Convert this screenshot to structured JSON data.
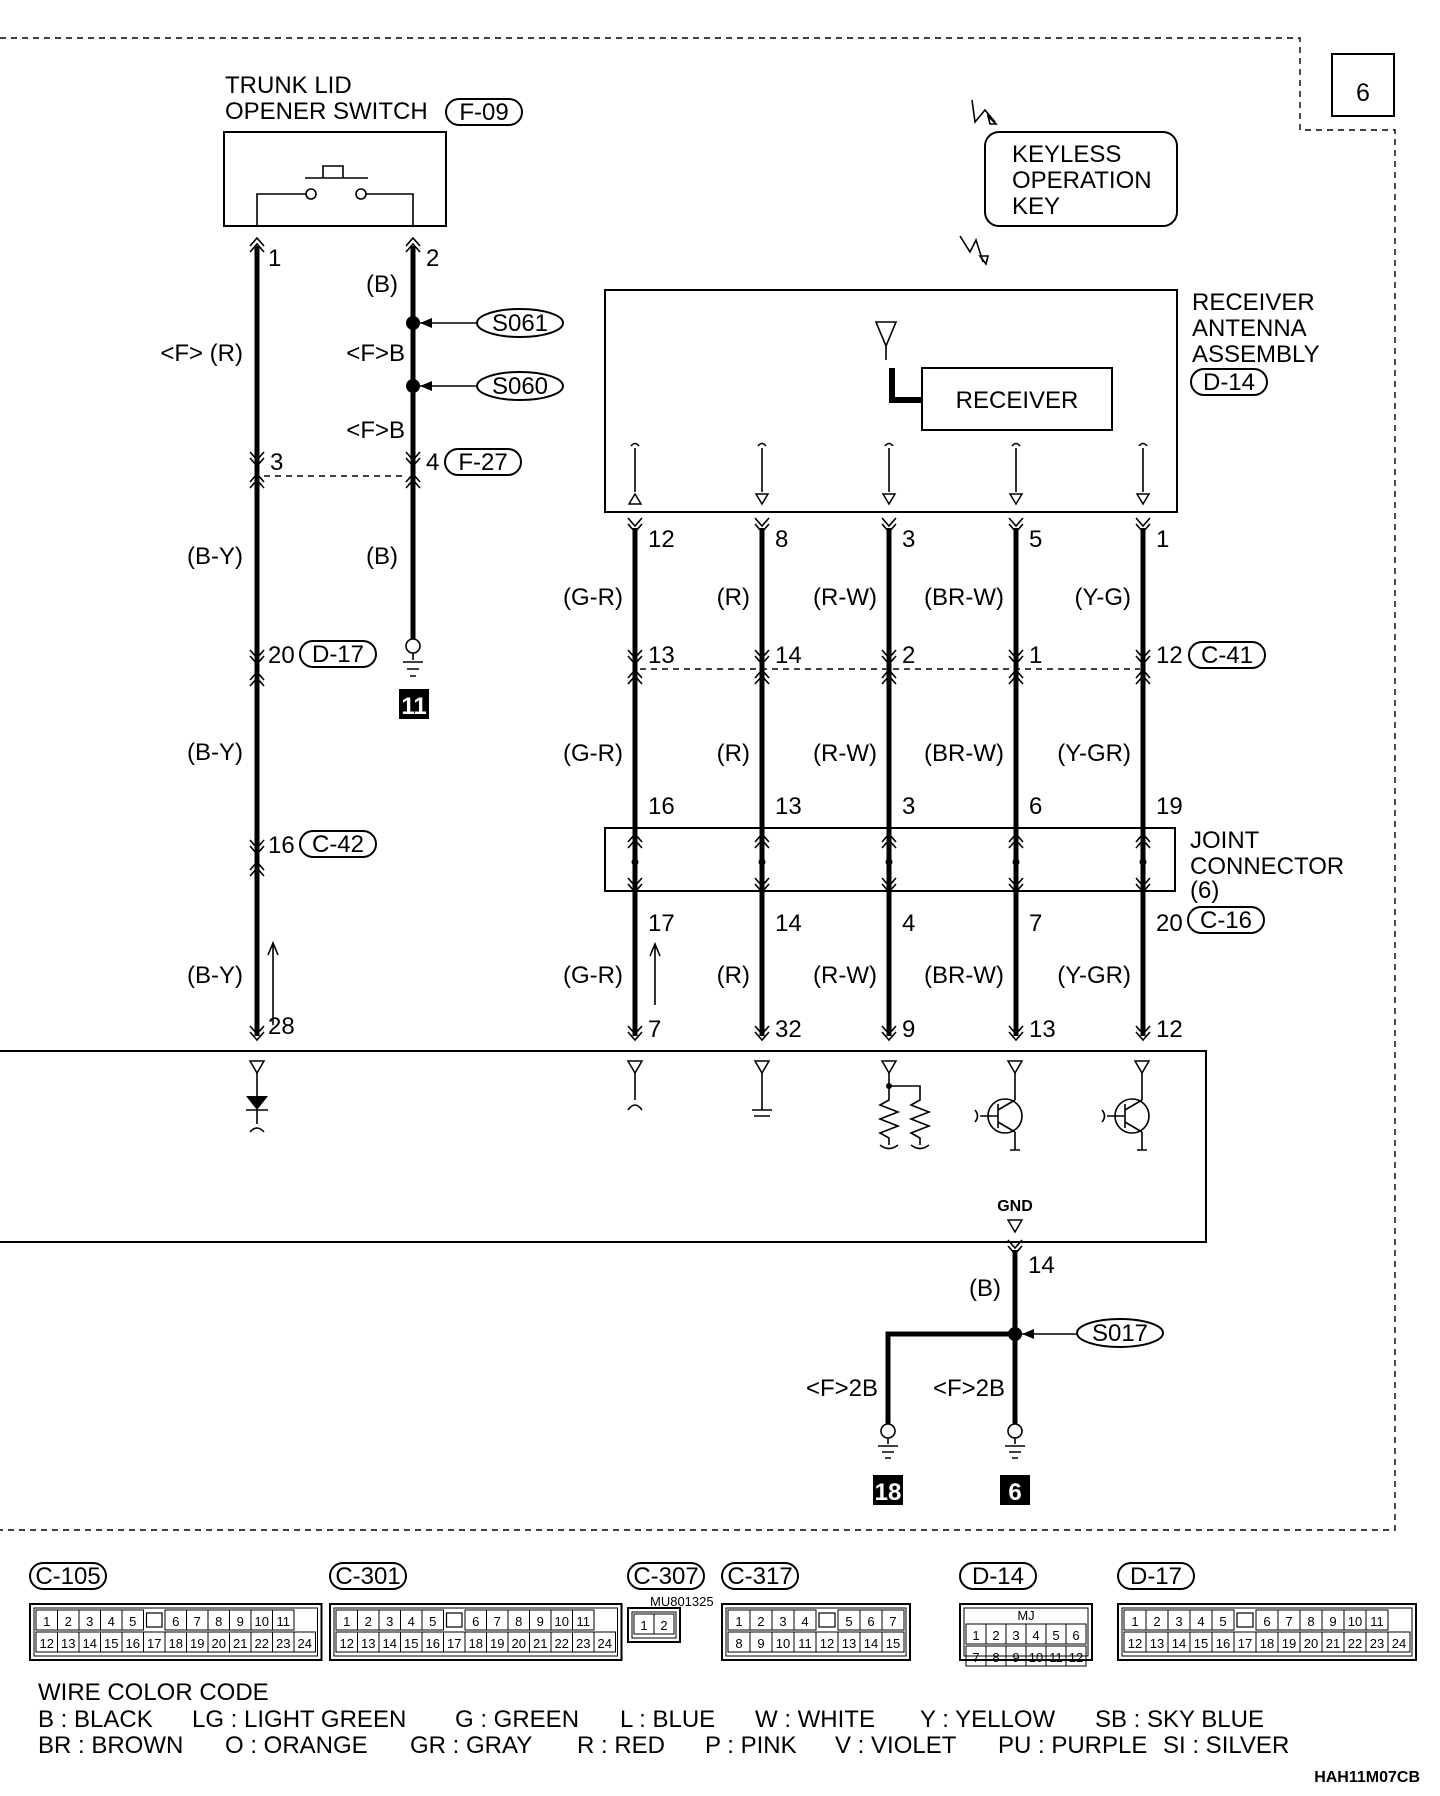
{
  "page_number": "6",
  "doc_code": "HAH11M07CB",
  "components": {
    "trunk_switch": {
      "line1": "TRUNK LID",
      "line2": "OPENER SWITCH",
      "connector": "F-09"
    },
    "keyless_key": {
      "line1": "KEYLESS",
      "line2": "OPERATION",
      "line3": "KEY"
    },
    "receiver_assembly": {
      "line1": "RECEIVER",
      "line2": "ANTENNA",
      "line3": "ASSEMBLY",
      "connector": "D-14",
      "inner": "RECEIVER"
    },
    "joint_connector": {
      "line1": "JOINT",
      "line2": "CONNECTOR",
      "line3": "(6)"
    },
    "gnd_label": "GND"
  },
  "splices": {
    "s061": "S061",
    "s060": "S060",
    "s017": "S017"
  },
  "grounds": {
    "g11": "11",
    "g18": "18",
    "g6": "6"
  },
  "connectors": {
    "f27": "F-27",
    "d17": "D-17",
    "c42": "C-42",
    "c41": "C-41",
    "c16": "C-16"
  },
  "wire1": {
    "pins": {
      "sw": "1",
      "f27": "3",
      "d17": "20",
      "c42": "16",
      "ecu": "28"
    },
    "colors": {
      "a": "<F> (R)",
      "b": "(B-Y)",
      "c": "(B-Y)",
      "d": "(B-Y)"
    }
  },
  "wire2": {
    "pins": {
      "sw": "2",
      "f27": "4"
    },
    "colors": {
      "a": "(B)",
      "b": "<F>B",
      "c": "<F>B",
      "d": "(B)"
    }
  },
  "receiver_wires": [
    {
      "pin_rx": "12",
      "color_top": "(G-R)",
      "pin_c41": "13",
      "color_mid": "(G-R)",
      "pin_jc_in": "16",
      "pin_jc_out": "17",
      "color_bot": "(G-R)",
      "pin_ecu": "7"
    },
    {
      "pin_rx": "8",
      "color_top": "(R)",
      "pin_c41": "14",
      "color_mid": "(R)",
      "pin_jc_in": "13",
      "pin_jc_out": "14",
      "color_bot": "(R)",
      "pin_ecu": "32"
    },
    {
      "pin_rx": "3",
      "color_top": "(R-W)",
      "pin_c41": "2",
      "color_mid": "(R-W)",
      "pin_jc_in": "3",
      "pin_jc_out": "4",
      "color_bot": "(R-W)",
      "pin_ecu": "9"
    },
    {
      "pin_rx": "5",
      "color_top": "(BR-W)",
      "pin_c41": "1",
      "color_mid": "(BR-W)",
      "pin_jc_in": "6",
      "pin_jc_out": "7",
      "color_bot": "(BR-W)",
      "pin_ecu": "13"
    },
    {
      "pin_rx": "1",
      "color_top": "(Y-G)",
      "pin_c41": "12",
      "color_mid": "(Y-GR)",
      "pin_jc_in": "19",
      "pin_jc_out": "20",
      "color_bot": "(Y-GR)",
      "pin_ecu": "12"
    }
  ],
  "ground_wire": {
    "pin": "14",
    "color_top": "(B)",
    "color_left": "<F>2B",
    "color_right": "<F>2B"
  },
  "connector_views": [
    {
      "name": "C-105",
      "row1": [
        "1",
        "2",
        "3",
        "4",
        "5",
        "",
        "6",
        "7",
        "8",
        "9",
        "10",
        "11"
      ],
      "row2": [
        "12",
        "13",
        "14",
        "15",
        "16",
        "17",
        "18",
        "19",
        "20",
        "21",
        "22",
        "23",
        "24"
      ]
    },
    {
      "name": "C-301",
      "row1": [
        "1",
        "2",
        "3",
        "4",
        "5",
        "",
        "6",
        "7",
        "8",
        "9",
        "10",
        "11"
      ],
      "row2": [
        "12",
        "13",
        "14",
        "15",
        "16",
        "17",
        "18",
        "19",
        "20",
        "21",
        "22",
        "23",
        "24"
      ]
    },
    {
      "name": "C-307",
      "part": "MU801325",
      "row1": [
        "1",
        "2"
      ]
    },
    {
      "name": "C-317",
      "row1": [
        "1",
        "2",
        "3",
        "4",
        "",
        "5",
        "6",
        "7"
      ],
      "row2": [
        "8",
        "9",
        "10",
        "11",
        "12",
        "13",
        "14",
        "15"
      ]
    },
    {
      "name": "D-14",
      "tag": "MJ",
      "row1": [
        "1",
        "2",
        "3",
        "4",
        "5",
        "6"
      ],
      "row2": [
        "7",
        "8",
        "9",
        "10",
        "11",
        "12"
      ]
    },
    {
      "name": "D-17",
      "row1": [
        "1",
        "2",
        "3",
        "4",
        "5",
        "",
        "6",
        "7",
        "8",
        "9",
        "10",
        "11"
      ],
      "row2": [
        "12",
        "13",
        "14",
        "15",
        "16",
        "17",
        "18",
        "19",
        "20",
        "21",
        "22",
        "23",
        "24"
      ]
    }
  ],
  "color_code": {
    "title": "WIRE COLOR CODE",
    "row1": [
      "B : BLACK",
      "LG : LIGHT GREEN",
      "G : GREEN",
      "L : BLUE",
      "W : WHITE",
      "Y : YELLOW",
      "SB : SKY BLUE"
    ],
    "row2": [
      "BR : BROWN",
      "O : ORANGE",
      "GR : GRAY",
      "R : RED",
      "P : PINK",
      "V : VIOLET",
      "PU : PURPLE",
      "SI : SILVER"
    ]
  }
}
